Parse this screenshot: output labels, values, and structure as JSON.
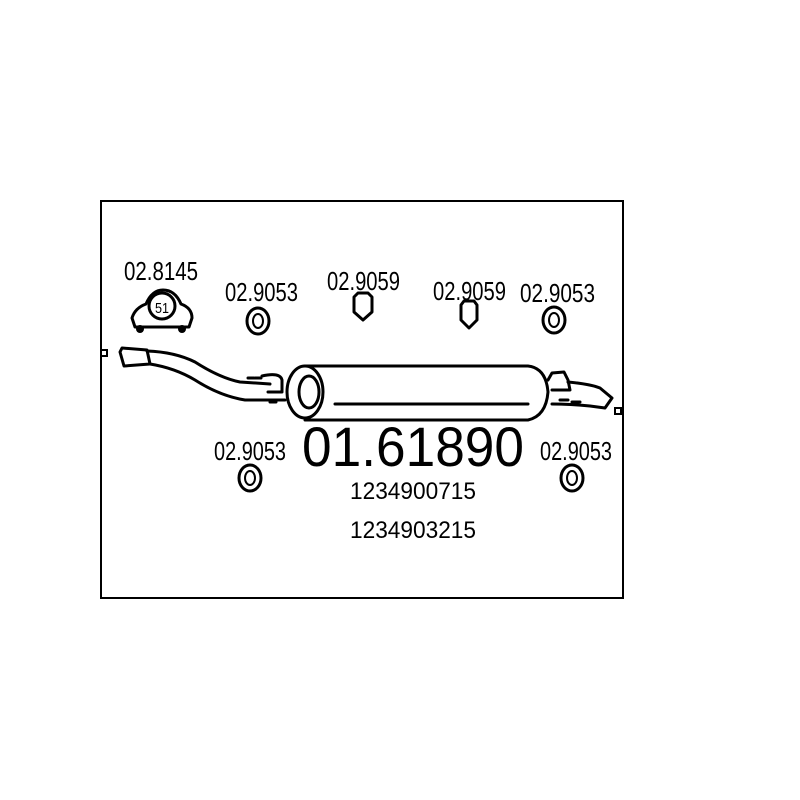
{
  "diagram": {
    "main_part_number": "01.61890",
    "oem_numbers": [
      "1234900715",
      "1234903215"
    ],
    "clamp": {
      "part_number": "02.8145",
      "size_label": "51"
    },
    "parts": [
      {
        "part_number": "02.9053",
        "type": "ring"
      },
      {
        "part_number": "02.9059",
        "type": "rubber-mount"
      },
      {
        "part_number": "02.9059",
        "type": "rubber-mount"
      },
      {
        "part_number": "02.9053",
        "type": "ring"
      },
      {
        "part_number": "02.9053",
        "type": "ring"
      },
      {
        "part_number": "02.9053",
        "type": "ring"
      }
    ]
  }
}
